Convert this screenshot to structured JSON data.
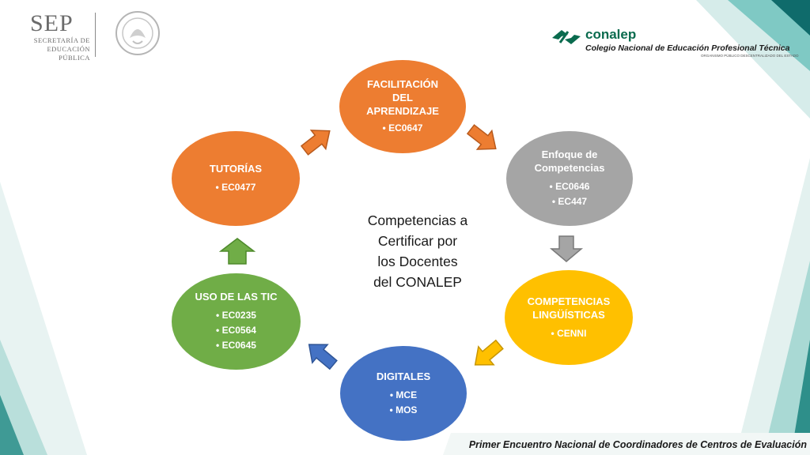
{
  "header": {
    "sep_title": "SEP",
    "sep_subtitle_line1": "SECRETARÍA DE",
    "sep_subtitle_line2": "EDUCACIÓN PÚBLICA",
    "conalep_name": "conalep",
    "conalep_full": "Colegio Nacional de Educación Profesional Técnica",
    "conalep_small": "ORGANISMO PÚBLICO DESCENTRALIZADO DEL ESTADO"
  },
  "center": {
    "line1": "Competencias a",
    "line2": "Certificar por",
    "line3": "los Docentes",
    "line4": "del CONALEP"
  },
  "nodes": {
    "facilitacion": {
      "title_1": "FACILITACIÓN",
      "title_2": "DEL",
      "title_3": "APRENDIZAJE",
      "items": [
        "EC0647"
      ],
      "color": "#ed7d31"
    },
    "enfoque": {
      "title_1": "Enfoque de",
      "title_2": "Competencias",
      "items": [
        "EC0646",
        "EC447"
      ],
      "color": "#a5a5a5"
    },
    "linguisticas": {
      "title_1": "COMPETENCIAS",
      "title_2": "LINGÜÍSTICAS",
      "items": [
        "CENNI"
      ],
      "color": "#ffc000"
    },
    "digitales": {
      "title_1": "DIGITALES",
      "items": [
        "MCE",
        "MOS"
      ],
      "color": "#4472c4"
    },
    "tic": {
      "title_1": "USO DE LAS TIC",
      "items": [
        "EC0235",
        "EC0564",
        "EC0645"
      ],
      "color": "#70ad47"
    },
    "tutorias": {
      "title_1": "TUTORÍAS",
      "items": [
        "EC0477"
      ],
      "color": "#ed7d31"
    }
  },
  "footer": {
    "text": "Primer Encuentro Nacional de Coordinadores de Centros de Evaluación"
  },
  "colors": {
    "teal_dark": "#0f6b6b",
    "teal_light": "#7fc9c4",
    "conalep_green": "#0a6b4e"
  }
}
